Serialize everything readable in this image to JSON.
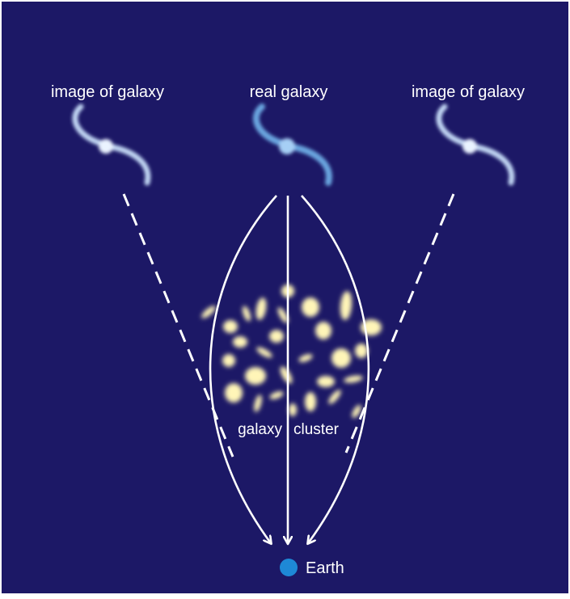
{
  "labels": {
    "left_image": "image of galaxy",
    "real": "real galaxy",
    "right_image": "image of galaxy",
    "cluster_word1": "galaxy",
    "cluster_word2": "cluster",
    "earth": "Earth"
  },
  "colors": {
    "background": "#1c1866",
    "frame": "#ffffff",
    "text": "#ffffff",
    "ray": "#ffffff",
    "cluster_galaxy": "#fff5b8",
    "real_galaxy": "#6aa6e0",
    "image_galaxy": "#c3d8f5",
    "earth": "#1e88d6"
  }
}
